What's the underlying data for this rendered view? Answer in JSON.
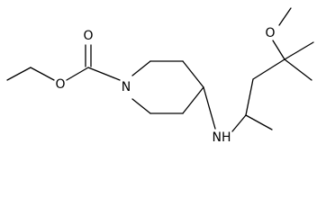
{
  "molecule": {
    "atom_labels": {
      "carbonyl_oxygen": "O",
      "ester_oxygen": "O",
      "ring_nitrogen": "N",
      "amine": "NH",
      "ether_oxygen": "O"
    }
  }
}
